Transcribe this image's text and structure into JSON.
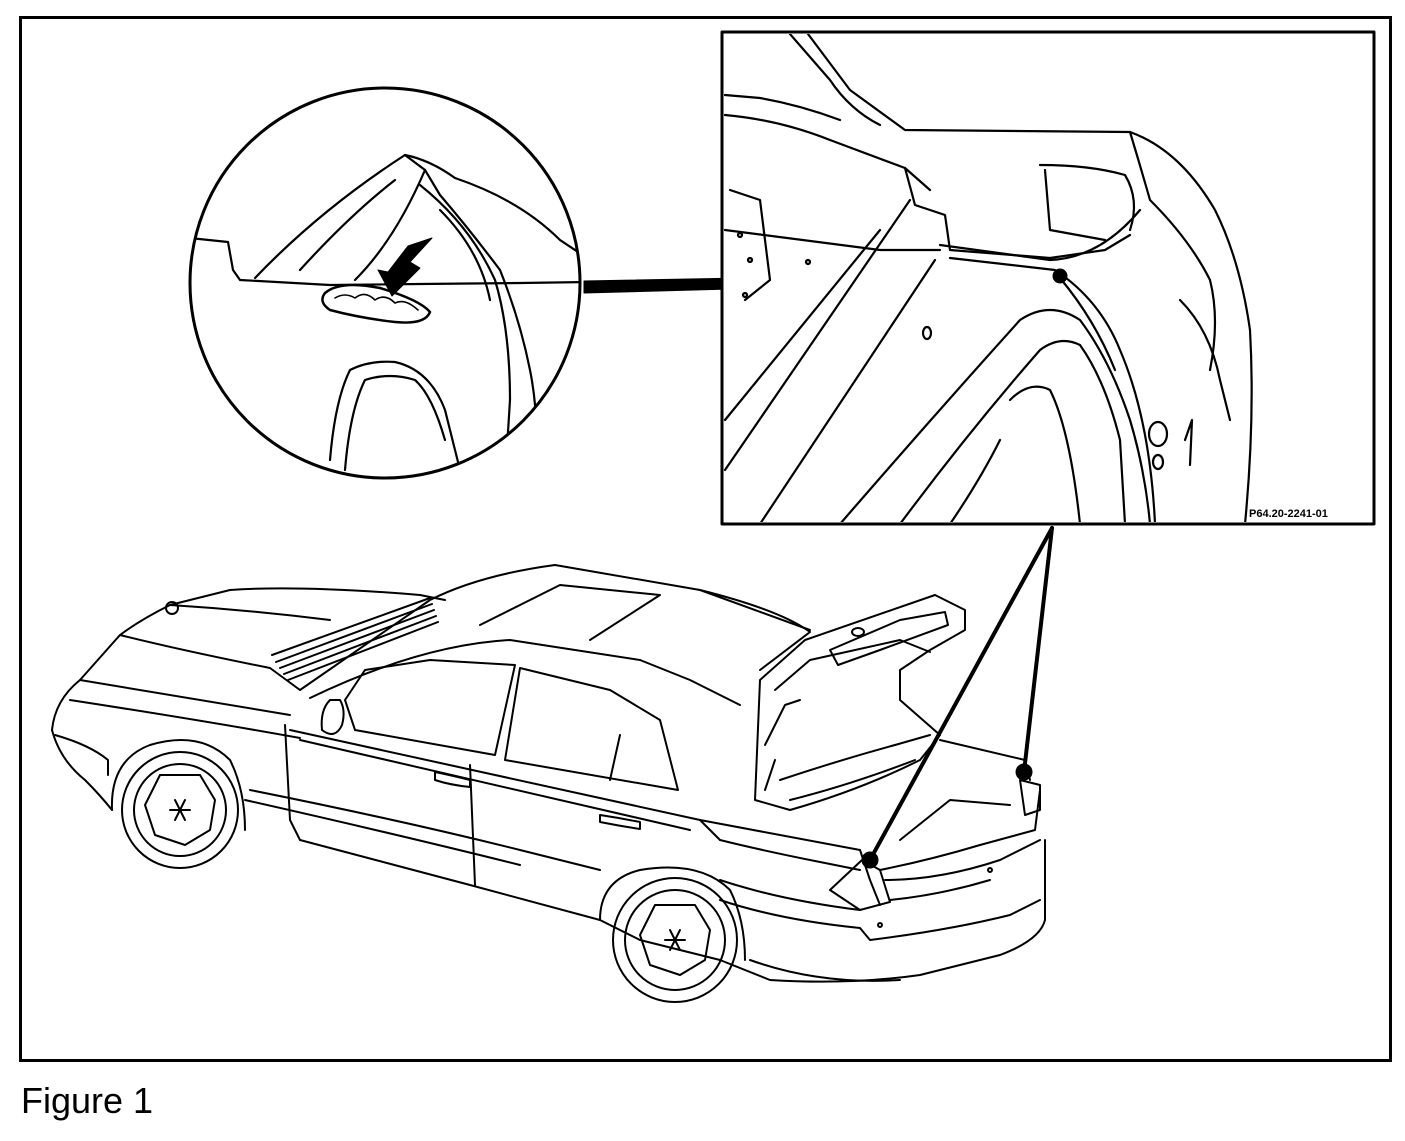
{
  "figure": {
    "caption": "Figure 1",
    "reference_code": "P64.20-2241-01"
  },
  "callouts": [
    {
      "name": "weld-seam-detail",
      "description_shown": false
    },
    {
      "name": "trunk-corner-detail",
      "description_shown": false
    }
  ],
  "colors": {
    "line": "#000000",
    "background": "#ffffff"
  }
}
